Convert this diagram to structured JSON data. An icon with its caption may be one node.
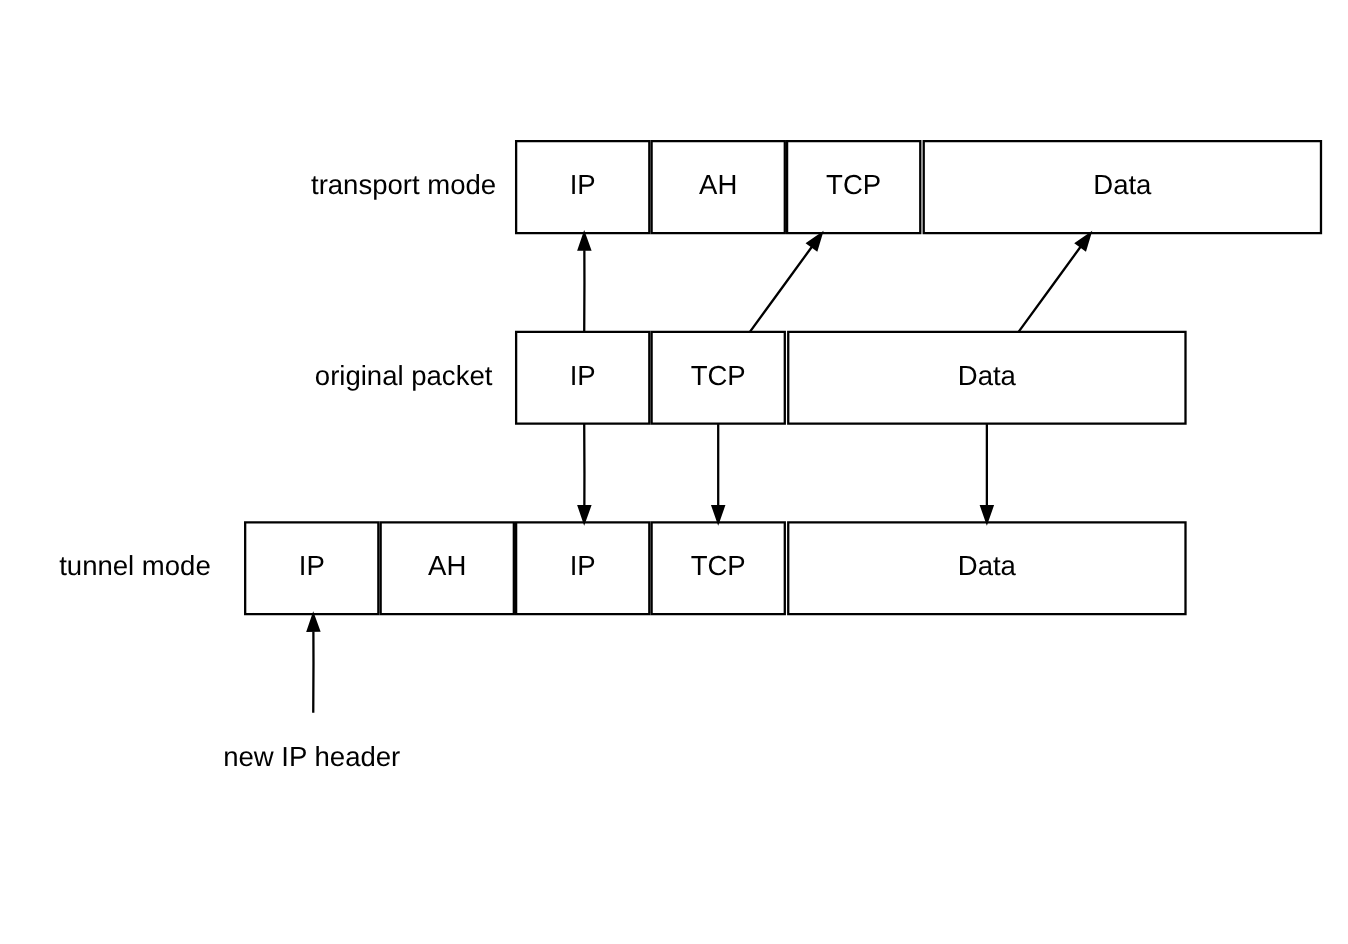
{
  "diagram": {
    "nodes": [
      {
        "text": [
          "IP"
        ]
      },
      {
        "text": [
          "AH"
        ]
      },
      {
        "text": [
          "TCP"
        ]
      },
      {
        "text": [
          "Data"
        ]
      },
      {
        "text": [
          "IP"
        ]
      },
      {
        "text": [
          "TCP"
        ]
      },
      {
        "text": [
          "Data"
        ]
      },
      {
        "text": [
          "IP"
        ]
      },
      {
        "text": [
          "AH"
        ]
      },
      {
        "text": [
          "IP"
        ]
      },
      {
        "text": [
          "TCP"
        ]
      },
      {
        "text": [
          "Data"
        ]
      },
      {
        "text": [
          "new IP header"
        ]
      }
    ],
    "edges": [
      {
        "from": 4,
        "to": 0,
        "arrow": "to"
      },
      {
        "from": 5,
        "to": 2,
        "arrow": "to"
      },
      {
        "from": 6,
        "to": 3,
        "arrow": "to"
      },
      {
        "from": 4,
        "to": 9,
        "arrow": "to"
      },
      {
        "from": 5,
        "to": 10,
        "arrow": "to"
      },
      {
        "from": 6,
        "to": 11,
        "arrow": "to"
      },
      {
        "from": 12,
        "to": 7,
        "arrow": "to"
      }
    ],
    "labels": [
      "transport mode",
      "original packet",
      "tunnel mode"
    ]
  }
}
